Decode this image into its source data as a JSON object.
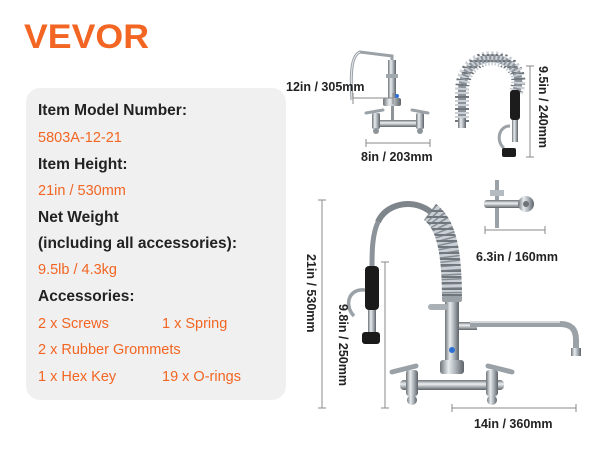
{
  "brand": {
    "logo_text": "VEVOR",
    "color": "#f26522"
  },
  "specs": {
    "model_label": "Item Model Number:",
    "model_value": "5803A-12-21",
    "height_label": "Item Height:",
    "height_value": "21in / 530mm",
    "weight_label_line1": "Net Weight",
    "weight_label_line2": "(including all accessories):",
    "weight_value": "9.5lb / 4.3kg",
    "accessories_label": "Accessories:",
    "accessories": {
      "screws": "2 x Screws",
      "spring": "1 x Spring",
      "grommets": "2 x Rubber Grommets",
      "hex_key": "1 x Hex Key",
      "o_rings": "19 x O-rings"
    }
  },
  "dimensions": {
    "faucet_top_width": "12in / 305mm",
    "faucet_base_width": "8in / 203mm",
    "hose_height": "9.5in / 240mm",
    "bracket_width": "6.3in / 160mm",
    "main_height": "21in / 530mm",
    "sprayer_height": "9.8in / 250mm",
    "main_width": "14in / 360mm"
  }
}
